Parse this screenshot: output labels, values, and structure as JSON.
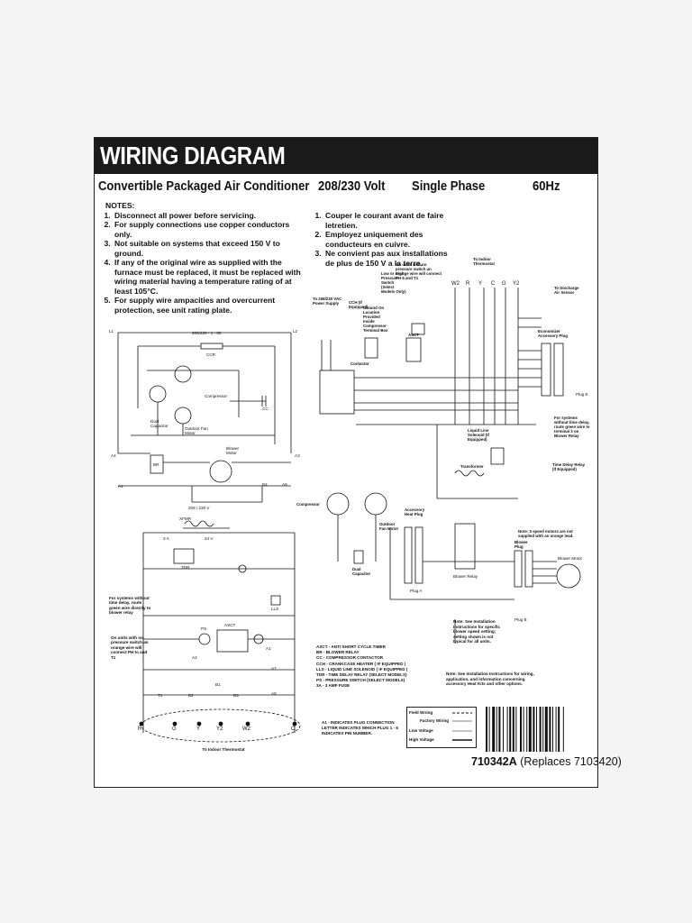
{
  "title": "WIRING DIAGRAM",
  "header": {
    "product": "Convertible Packaged Air Conditioner",
    "voltage": "208/230 Volt",
    "phase": "Single Phase",
    "frequency": "60Hz"
  },
  "notes_heading": "NOTES:",
  "notes_en": [
    "Disconnect all power before servicing.",
    "For supply connections use copper conductors only.",
    "Not suitable on systems that exceed 150 V to ground.",
    "If any of the original wire as supplied with the furnace must be replaced, it must be replaced with wiring material having a temperature rating of at least 105°C.",
    "For supply wire ampacities and overcurrent protection, see unit rating plate."
  ],
  "notes_fr": [
    "Couper le courant avant de faire letretien.",
    "Employez uniquement des conducteurs en cuivre.",
    "Ne convient pas aux installations de plus de 150 V a la terre."
  ],
  "ladder": {
    "l1": "L1",
    "l2": "L2",
    "supply": "208/230 - 1 - 60",
    "ccr": "CCR",
    "compressor": "Compressor",
    "cc": "CC",
    "dual_cap": "Dual Capacitor",
    "outdoor_fan": "Outdoor Fan Motor",
    "blower_motor": "Blower Motor",
    "br": "BR",
    "a4": "A4",
    "a1": "A1",
    "a3": "A3",
    "b4": "B4",
    "a9": "A9",
    "xfmr_label": "208 / 230 V",
    "xfmr": "XFMR",
    "v24": "24 V",
    "fuse": "3 A",
    "tdr": "TDR",
    "asct": "ASCT",
    "ps": "PS",
    "lls": "LLS",
    "note_time_delay": "For systems without time delay, route green wire directly to blower relay",
    "note_no_ps": "On units with no pressure switch an orange wire will connect PH to and T1",
    "terminals": [
      "R",
      "G",
      "Y",
      "Y2",
      "W2",
      "C"
    ],
    "thermostat": "To Indoor Thermostat",
    "t1": "T1",
    "a7": "A7",
    "a8": "A8",
    "a2": "A2",
    "a5": "A5",
    "b1": "B1",
    "b2": "B2",
    "b3": "B3"
  },
  "schematic": {
    "supply_label": "To 208/230 VAC Power Supply",
    "ground_label": "Ground On Location Provided Inside Compressor Terminal Box",
    "ccr_label": "CCH (If Equipped)",
    "contactor": "Contactor",
    "asct": "ASCT",
    "ps_note": "On units with no pressure switch an orange wire will connect PH 6 and T1",
    "ps_label": "Low or High Pressure Switch (Select Models Only)",
    "to_indoor": "To Indoor Thermostat",
    "t_terms": [
      "W2",
      "R",
      "Y",
      "C",
      "G",
      "Y2"
    ],
    "to_discharge": "To Discharge Air Sensor",
    "economizer": "Economizer Accessory Plug",
    "plug_e": "Plug E",
    "time_delay_note": "For systems without time delay, route green wire to terminal 3 on Blower Relay",
    "lls": "Liquid Line Solenoid (If Equipped)",
    "tdr": "Time Delay Relay (If Equipped)",
    "transformer": "Transformer",
    "compressor": "Compressor",
    "dual_cap": "Dual Capacitor",
    "outdoor_fan": "Outdoor Fan Motor",
    "heat_plug": "Accessory Heat Plug",
    "plug_a": "Plug A",
    "blower_relay": "Blower Relay",
    "blower_plug": "Blower Plug",
    "plug_b": "Plug B",
    "blower_motor": "Blower Motor",
    "speed_note": "Note: 3 speed motors are not supplied with an orange lead.",
    "install_note": "Note: See Installation Instructions for specific blower speed setting; setting shown is not typical for all units.",
    "wiring_note": "Note: See Installation Instructions for wiring, application, and information concerning accessory Heat Kits and other options."
  },
  "legend_abbrev": [
    "ASCT - ANTI SHORT CYCLE TIMER",
    "BR - BLOWER RELAY",
    "CC - COMPRESSOR CONTACTOR",
    "CCH - CRANKCASE HEATER ( IF EQUIPPED )",
    "LLS - LIQUID LINE SOLENOID ( IF EQUIPPED )",
    "TDR - TIME DELAY RELAY (SELECT MODELS)",
    "PS - PRESSURE SWITCH (SELECT MODELS)",
    "3A - 3 AMP FUSE"
  ],
  "plug_note": "A1 - INDICATES PLUG CONNECTION LETTER INDICATES WHICH PLUG 1 - 6 INDICATES PIN NUMBER.",
  "wire_legend": {
    "field": "Field Wiring",
    "factory": "Factory Wiring",
    "low": "Low Voltage",
    "high": "High Voltage"
  },
  "part_number": "710342A",
  "replaces": "(Replaces 7103420)"
}
